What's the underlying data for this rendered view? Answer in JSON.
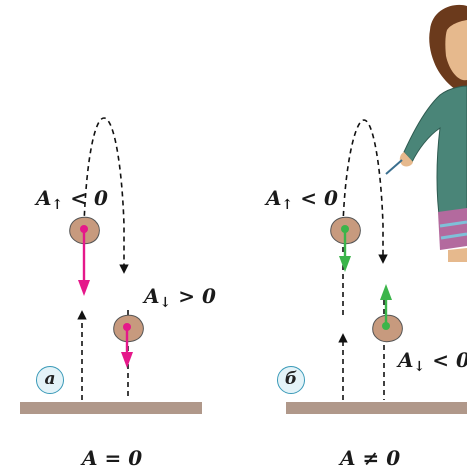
{
  "panel_a": {
    "badge": "а",
    "up_label_A": "A",
    "up_label_arrow": "↑",
    "up_label_rel": " < 0",
    "down_label_A": "A",
    "down_label_arrow": "↓",
    "down_label_rel": " > 0",
    "total_label": "A = 0",
    "force_color": "#e5188a"
  },
  "panel_b": {
    "badge": "б",
    "up_label_A": "A",
    "up_label_arrow": "↑",
    "up_label_rel": " < 0",
    "down_label_A": "A",
    "down_label_arrow": "↓",
    "down_label_rel": " < 0",
    "total_label": "A ≠ 0",
    "force_color": "#3bb54a"
  },
  "colors": {
    "ground": "#b0988a",
    "stone": "#c79a7e",
    "path": "#111111"
  }
}
